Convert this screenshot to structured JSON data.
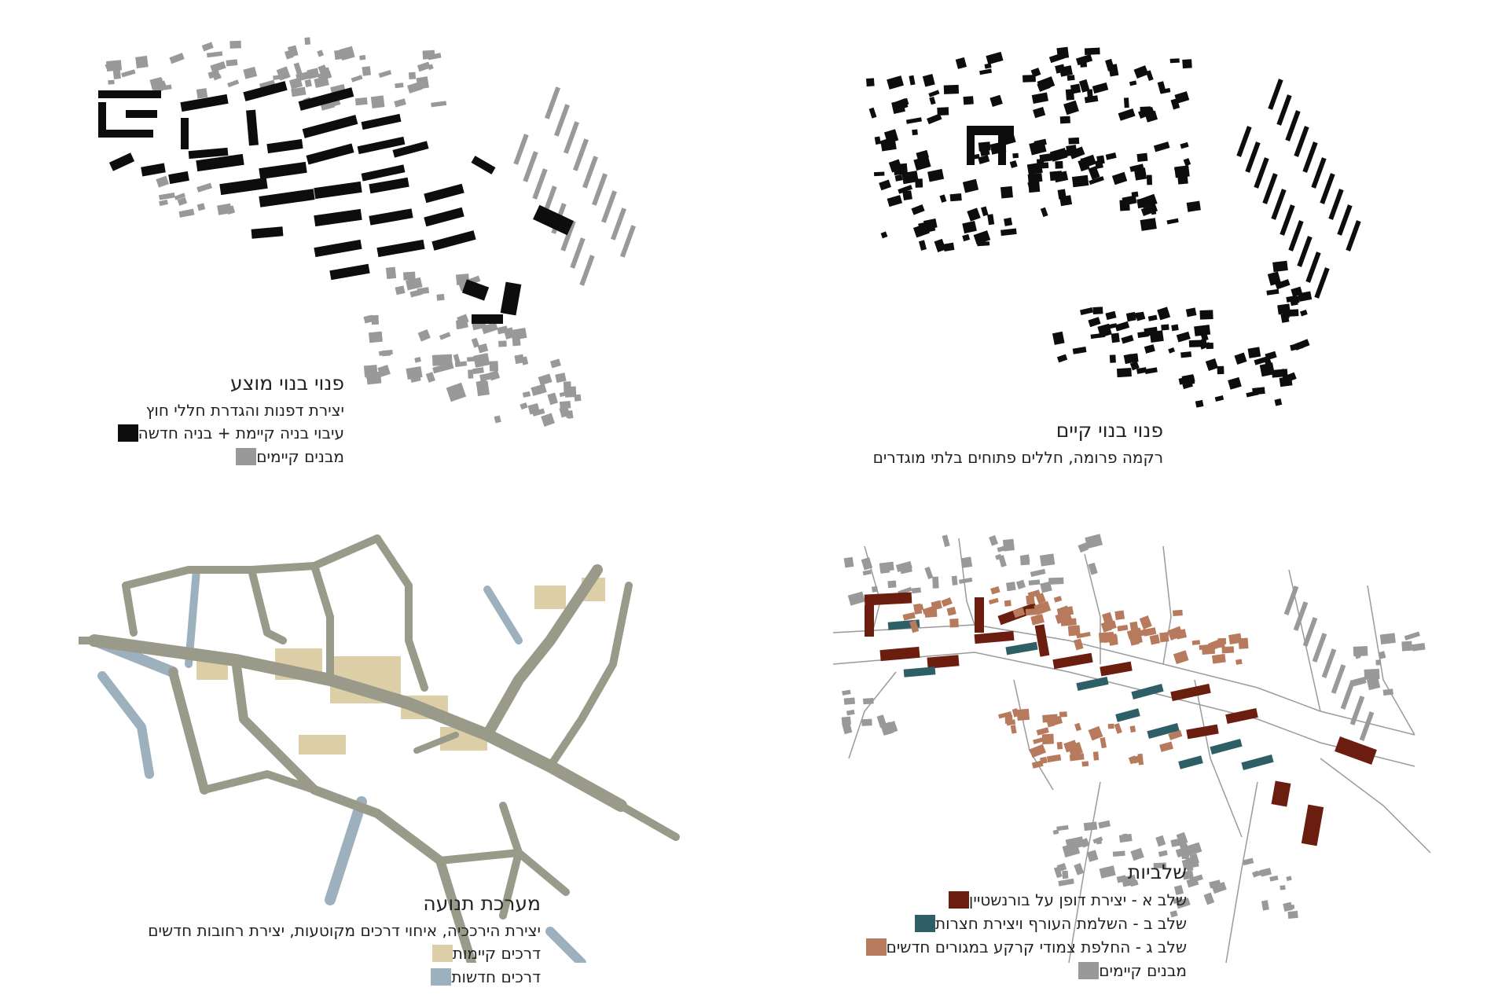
{
  "colors": {
    "black": "#0d0d0d",
    "grey": "#999999",
    "road_existing": "#dccfa8",
    "road_new": "#9db0be",
    "road_base": "#9a9a8a",
    "stage_a": "#6b1e10",
    "stage_b": "#2f5f66",
    "stage_c": "#b87a5c",
    "existing_building": "#999999"
  },
  "panels": {
    "proposed": {
      "title": "פנוי בנוי מוצע",
      "subtitle": "יצירת דפנות והגדרת חללי חוץ",
      "legend": [
        {
          "label": "עיבוי בניה קיימת + בניה חדשה",
          "color": "#0d0d0d"
        },
        {
          "label": "מבנים קיימים",
          "color": "#999999"
        }
      ]
    },
    "existing": {
      "title": "פנוי בנוי קיים",
      "subtitle": "רקמה פרומה, חללים פתוחים בלתי מוגדרים"
    },
    "traffic": {
      "title": "מערכת תנועה",
      "subtitle": "יצירת הירככיה, איחוי דרכים מקוטעות, יצירת רחובות חדשים",
      "legend": [
        {
          "label": "דרכים קיימות",
          "color": "#dccfa8"
        },
        {
          "label": "דרכים חדשות",
          "color": "#9db0be"
        }
      ]
    },
    "phasing": {
      "title": "שלביות",
      "legend": [
        {
          "label": "שלב א - יצירת דופן על בורנשטיין",
          "color": "#6b1e10"
        },
        {
          "label": "שלב ב - השלמת העורף ויצירת חצרות",
          "color": "#2f5f66"
        },
        {
          "label": "שלב ג - החלפת צמודי קרקע במגורים חדשים",
          "color": "#b87a5c"
        },
        {
          "label": "מבנים קיימים",
          "color": "#999999"
        }
      ]
    }
  }
}
